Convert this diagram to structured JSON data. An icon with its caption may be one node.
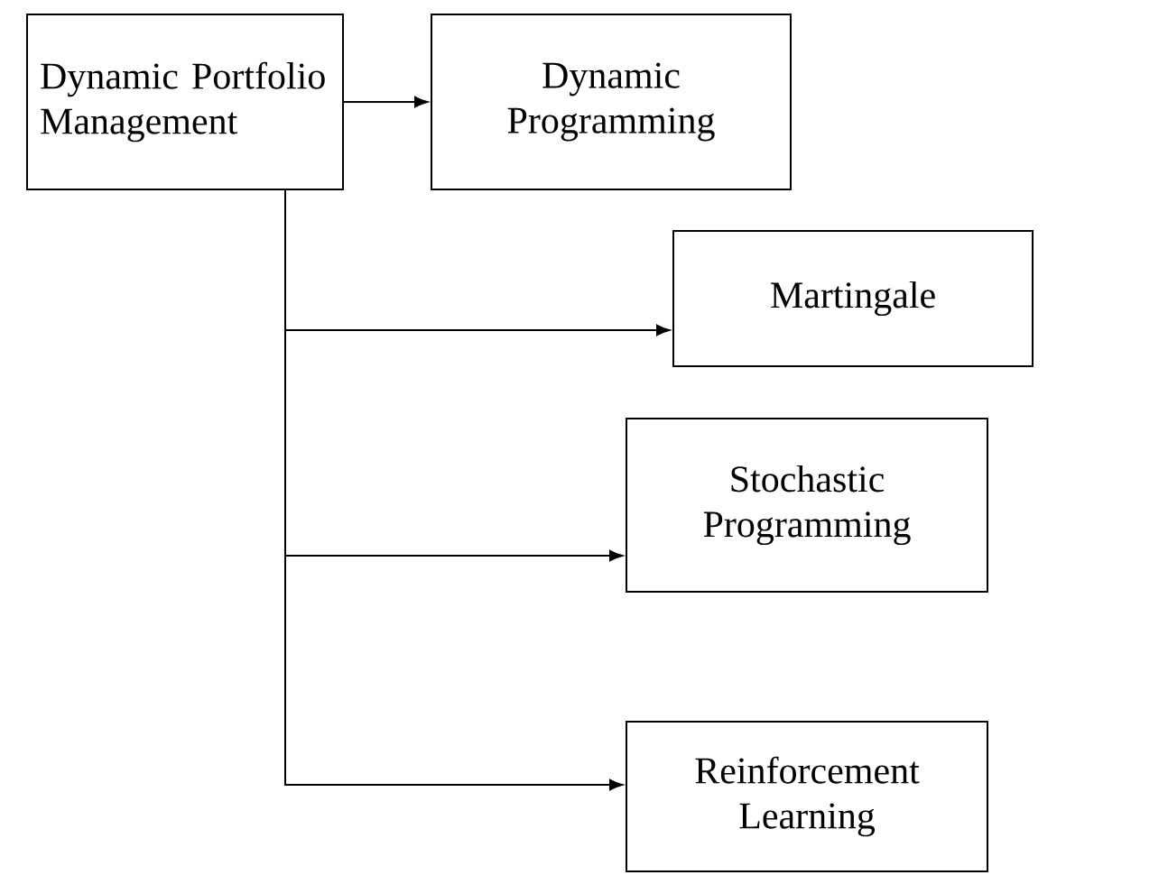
{
  "diagram": {
    "nodes": [
      {
        "text": [
          "Dynamic Portfolio Management"
        ]
      },
      {
        "text": [
          "Dynamic Programming"
        ]
      },
      {
        "text": [
          "Martingale"
        ]
      },
      {
        "text": [
          "Stochastic Programming"
        ]
      },
      {
        "text": [
          "Reinforcement Learning"
        ]
      }
    ],
    "edges": [
      {
        "from": 0,
        "to": 1,
        "arrow": "to"
      },
      {
        "from": 0,
        "to": 2,
        "arrow": "to"
      },
      {
        "from": 0,
        "to": 3,
        "arrow": "to"
      },
      {
        "from": 0,
        "to": 4,
        "arrow": "to"
      }
    ]
  }
}
